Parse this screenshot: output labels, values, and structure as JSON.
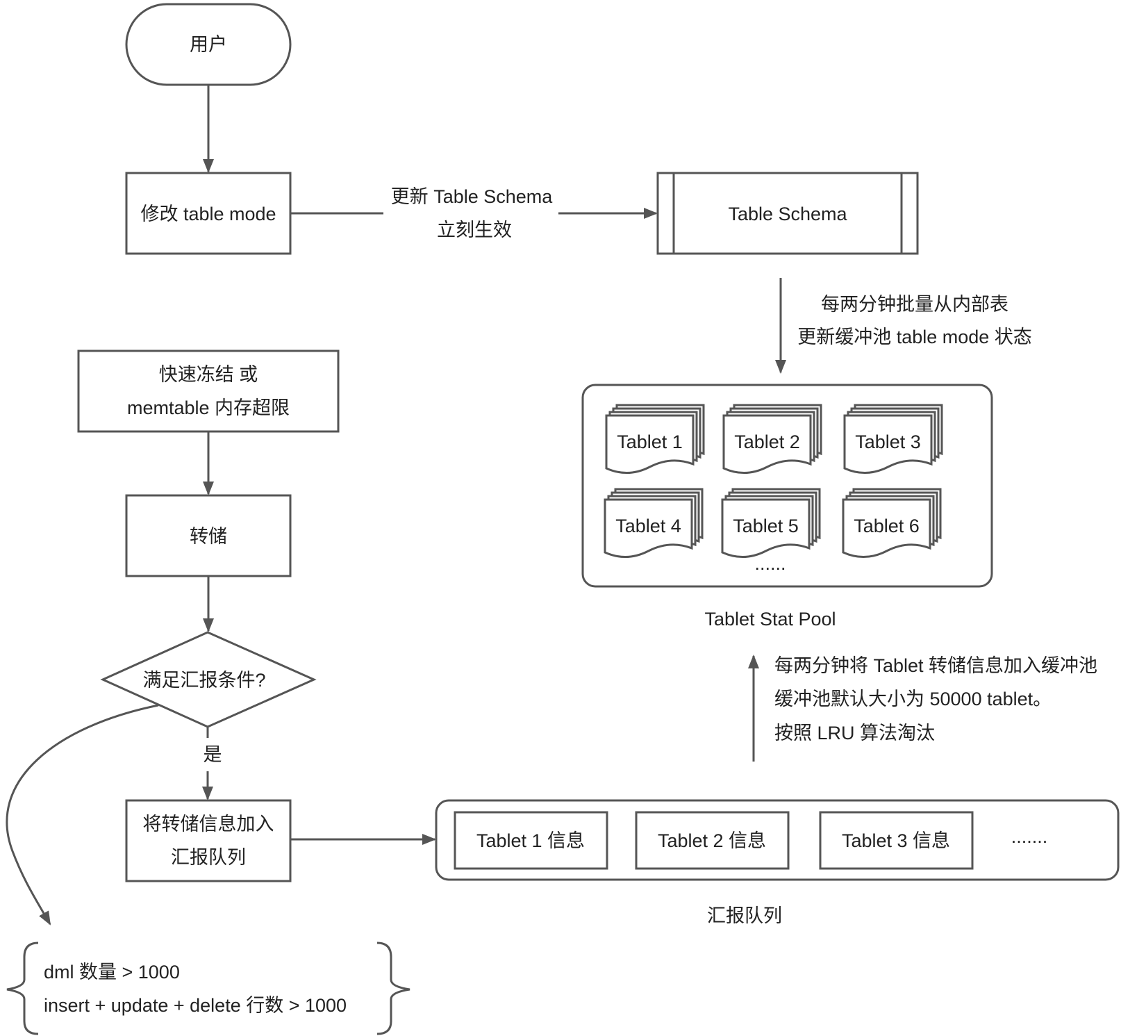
{
  "nodes": {
    "user": "用户",
    "modify_mode": "修改 table mode",
    "update_label_1": "更新 Table Schema",
    "update_label_2": "立刻生效",
    "table_schema": "Table Schema",
    "batch_label_1": "每两分钟批量从内部表",
    "batch_label_2": "更新缓冲池 table mode 状态",
    "trigger_1": "快速冻结 或",
    "trigger_2": "memtable 内存超限",
    "dump": "转储",
    "condition": "满足汇报条件?",
    "yes": "是",
    "enqueue_1": "将转储信息加入",
    "enqueue_2": "汇报队列",
    "pool_caption": "Tablet Stat Pool",
    "pool_ellipsis": "......",
    "push_label_1": "每两分钟将 Tablet 转储信息加入缓冲池",
    "push_label_2": "缓冲池默认大小为 50000 tablet。",
    "push_label_3": "按照 LRU 算法淘汰",
    "queue_caption": "汇报队列",
    "queue_ellipsis": ".......",
    "cond_line_1": "dml 数量 > 1000",
    "cond_line_2": "insert + update + delete 行数 > 1000"
  },
  "tablets": [
    "Tablet 1",
    "Tablet 2",
    "Tablet 3",
    "Tablet 4",
    "Tablet 5",
    "Tablet 6"
  ],
  "queue_items": [
    "Tablet 1 信息",
    "Tablet 2 信息",
    "Tablet 3 信息"
  ],
  "colors": {
    "stroke": "#555555",
    "text": "#222222",
    "background": "#ffffff"
  }
}
